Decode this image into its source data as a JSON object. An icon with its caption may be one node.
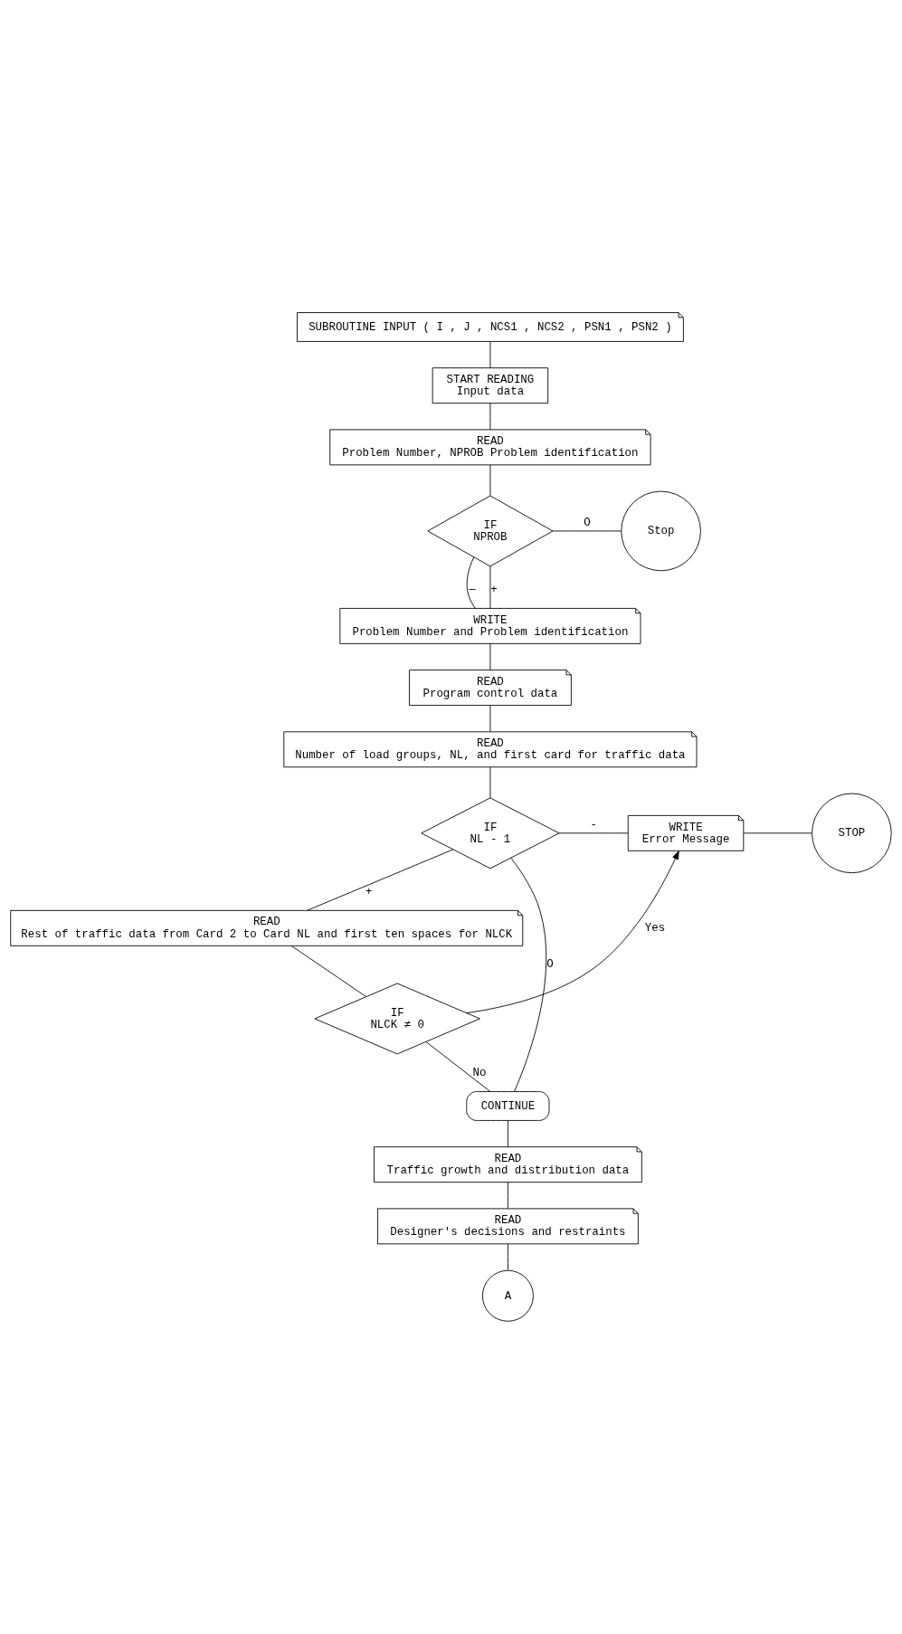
{
  "diagram": {
    "nodes": [
      {
        "text": [
          "SUBROUTINE INPUT ( I , J , NCS1 , NCS2 , PSN1 , PSN2 )"
        ]
      },
      {
        "text": [
          "START READING",
          "Input data"
        ]
      },
      {
        "text": [
          "READ",
          "Problem Number, NPROB Problem identification"
        ]
      },
      {
        "text": [
          "IF",
          "NPROB"
        ]
      },
      {
        "text": [
          "Stop"
        ]
      },
      {
        "text": [
          "WRITE",
          "Problem Number and Problem identification"
        ]
      },
      {
        "text": [
          "READ",
          "Program control data"
        ]
      },
      {
        "text": [
          "READ",
          "Number of load groups, NL, and first card for traffic data"
        ]
      },
      {
        "text": [
          "IF",
          "NL - 1"
        ]
      },
      {
        "text": [
          "WRITE",
          "Error Message"
        ]
      },
      {
        "text": [
          "STOP"
        ]
      },
      {
        "text": [
          "READ",
          "Rest of traffic data from Card 2 to Card NL and first ten spaces for NLCK"
        ]
      },
      {
        "text": [
          "IF",
          "NLCK ≠ 0"
        ]
      },
      {
        "text": [
          "CONTINUE"
        ]
      },
      {
        "text": [
          "READ",
          "Traffic growth and distribution data"
        ]
      },
      {
        "text": [
          "READ",
          "Designer's decisions and restraints"
        ]
      },
      {
        "text": [
          "A"
        ]
      }
    ],
    "edges": [
      {
        "from": 0,
        "to": 1,
        "arrow": "none"
      },
      {
        "from": 1,
        "to": 2,
        "arrow": "none"
      },
      {
        "from": 2,
        "to": 3,
        "arrow": "none"
      },
      {
        "from": 3,
        "to": 4,
        "label": "O",
        "arrow": "none"
      },
      {
        "from": 3,
        "to": 5,
        "label": "—",
        "arrow": "none"
      },
      {
        "from": 3,
        "to": 5,
        "label": "+",
        "arrow": "none"
      },
      {
        "from": 5,
        "to": 6,
        "arrow": "none"
      },
      {
        "from": 6,
        "to": 7,
        "arrow": "none"
      },
      {
        "from": 7,
        "to": 8,
        "arrow": "none"
      },
      {
        "from": 8,
        "to": 13,
        "label": "O",
        "arrow": "none"
      },
      {
        "from": 8,
        "to": 9,
        "label": "-",
        "arrow": "none"
      },
      {
        "from": 9,
        "to": 10,
        "arrow": "none"
      },
      {
        "from": 8,
        "to": 11,
        "label": "+",
        "arrow": "none"
      },
      {
        "from": 11,
        "to": 12,
        "arrow": "none"
      },
      {
        "from": 12,
        "to": 9,
        "label": "Yes",
        "arrow": "to"
      },
      {
        "from": 12,
        "to": 13,
        "label": "No",
        "arrow": "none"
      },
      {
        "from": 13,
        "to": 14,
        "arrow": "none"
      },
      {
        "from": 14,
        "to": 15,
        "arrow": "none"
      },
      {
        "from": 15,
        "to": 16,
        "arrow": "none"
      }
    ]
  }
}
